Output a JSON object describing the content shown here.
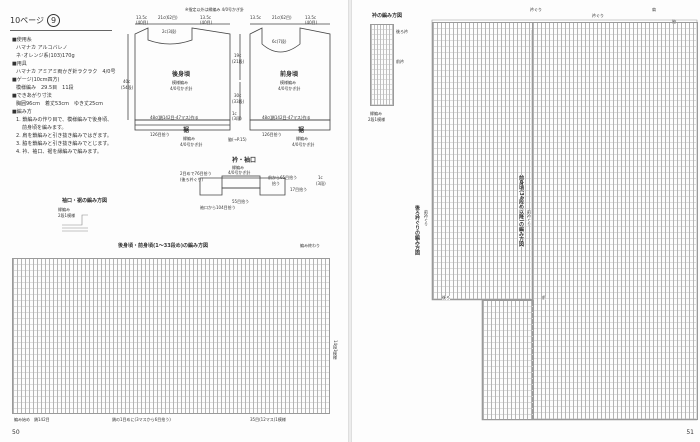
{
  "header": {
    "label": "10ページ",
    "num": "9"
  },
  "materials": {
    "items": [
      "■使用糸",
      "ハマナカ アルコバレノ",
      "ネ･オレンジ系(103)170g",
      "■用具",
      "ハマナカ アミアミ両かぎ針ラクラク　4/0号",
      "■ゲージ(10cm四方)",
      "模様編み　29.5目　11段",
      "■できあがり寸法",
      "胸囲96cm　着丈53cm　ゆき丈25cm",
      "■編み方",
      "1. 鎖編みの作り目で、模様編みで後身頃、",
      "前身頃を編みます。",
      "2. 肩を鎖編みと引き抜き編みではぎます。",
      "3. 脇を鎖編みと引き抜き編みでとじます。",
      "4. 衿、袖口、裾を縁編みで編みます。"
    ]
  },
  "schematic": {
    "note": "※指定以外は縁編み 4/0号かぎ針",
    "back": {
      "title": "後身頃",
      "line1": "模様編み",
      "line2": "4/0号かぎ針"
    },
    "front": {
      "title": "前身頃",
      "line1": "模様編み",
      "line2": "4/0号かぎ針"
    },
    "dim_13_5": "13.5c",
    "dim_40": "(40目)",
    "dim_21": "21c(62目)",
    "dim_2c": "2c(3段)",
    "dim_6c": "6c(7段)",
    "dim_19": "19c",
    "dim_21dan": "(21段)",
    "dim_30": "30c",
    "dim_33": "(33段)",
    "dim_40c": "40c",
    "dim_54": "(54段)",
    "dim_1c": "1c",
    "dim_3dan": "(3段)",
    "dim_48": "48c(鎖142目-47マス)作る",
    "dim_126": "126目拾う",
    "hem_title": "裾",
    "hem_line1": "縁編み",
    "hem_line2": "4/0号かぎ針",
    "side_stitch": "脇(→P.15)"
  },
  "collar_sleeve": {
    "title": "衿・袖口",
    "line1": "縁編み",
    "line2": "4/0号かぎ針",
    "collar_pick": "2目めで76目拾う",
    "back_neck": "(後ろ衿ぐり)",
    "front_neck": "前から65目拾う",
    "front_neck2": "拾う",
    "stitch_55": "55目拾う",
    "stitch_17": "17目拾う",
    "sleeve_pick": "袖口から104目拾う",
    "dim_1c": "1c",
    "dim_3dan": "(3段)"
  },
  "sleeve_hem_chart": {
    "title": "袖口・裾の編み方図",
    "line1": "縁編み",
    "line2": "2段1模様"
  },
  "main_chart": {
    "title": "後身頃・前身頃(1〜33段め)の編み方図",
    "right_note": "編み終わり",
    "repeat": "14段1模様",
    "start": "編み始め　鎖142目",
    "bottom_mid": "鎖の1目めに(3マスから6目拾う)",
    "bottom_right": "35目(12マス)1模様"
  },
  "collar_chart": {
    "title": "衿の編み方図",
    "line1": "縁編み",
    "line2": "2段1模様",
    "marks": [
      "後ろ衿",
      "前衿"
    ]
  },
  "right_page": {
    "top_labels": [
      "衿ぐり",
      "肩",
      "脇",
      "前",
      "後ろ"
    ],
    "back_neck_chart": "後ろ衿ぐりの編み方図",
    "front_chart": "前身頃(34段め以降)の編み方図",
    "side_marks": [
      "前衿ぐり",
      "前衿ぐり",
      "衿ぐり"
    ],
    "bottom_marks": [
      "後ろ",
      "前"
    ]
  },
  "pages": {
    "left": "50",
    "right": "51"
  }
}
